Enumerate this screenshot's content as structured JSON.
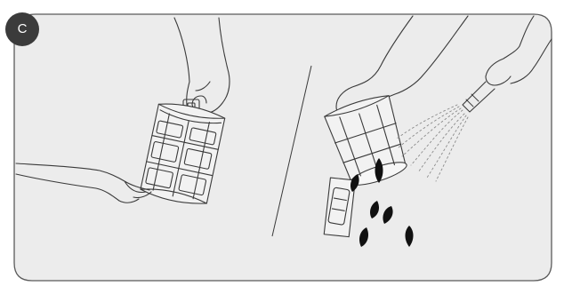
{
  "step_badge": {
    "label": "C"
  },
  "colors": {
    "background": "#ececec",
    "frame": "#5a5a5a",
    "line": "#3a3a3a",
    "badge": "#3b3b3b",
    "leaf": "#111111",
    "water": "#8a8a8a"
  },
  "scenes": [
    {
      "name": "remove-filter",
      "icon": "hand-lifting-filter-icon"
    },
    {
      "name": "rinse-filter",
      "icon": "hand-rinsing-filter-icon"
    }
  ]
}
